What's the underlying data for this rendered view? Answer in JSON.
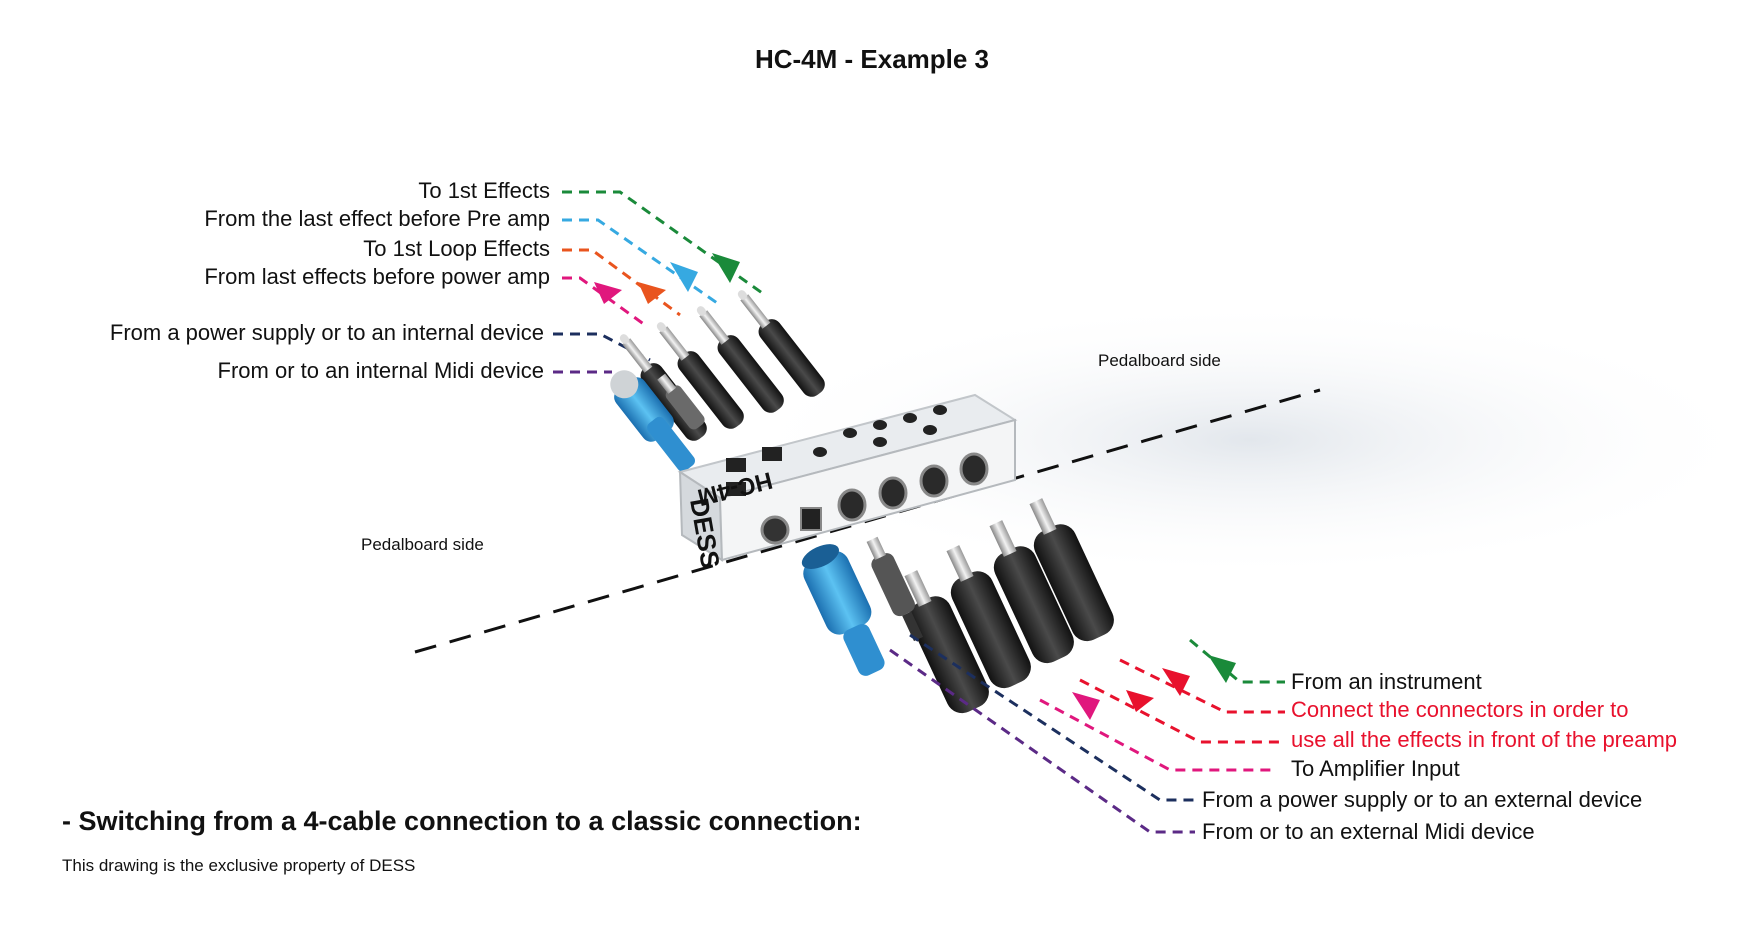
{
  "title": "HC-4M  -  Example 3",
  "device_label": "HC-4M",
  "brand": "DESS",
  "side_labels": {
    "right": "Pedalboard side",
    "left": "Pedalboard side"
  },
  "top_labels": [
    {
      "text": "To 1st Effects",
      "color": "#1a8a3a"
    },
    {
      "text": "From the last effect before Pre amp",
      "color": "#36a9e1"
    },
    {
      "text": "To 1st Loop Effects",
      "color": "#e9541e"
    },
    {
      "text": "From last effects before power amp",
      "color": "#e0177d"
    },
    {
      "text": "From a power supply or to an internal device",
      "color": "#1c2f5e"
    },
    {
      "text": "From or to an internal Midi device",
      "color": "#5b2a86"
    }
  ],
  "bottom_labels": [
    {
      "text": "From an instrument",
      "color": "#1a8a3a"
    },
    {
      "text": "Connect the connectors in order to",
      "color": "#e8112d"
    },
    {
      "text": "use all the effects in front of the preamp",
      "color": "#e8112d"
    },
    {
      "text": "To Amplifier Input",
      "color": "#e0177d"
    },
    {
      "text": "From a power supply or to an external device",
      "color": "#1c2f5e"
    },
    {
      "text": "From or to an external Midi device",
      "color": "#5b2a86"
    }
  ],
  "footer": {
    "heading": "- Switching from a 4-cable connection to a classic connection:",
    "note": "This drawing is the exclusive property of DESS"
  }
}
